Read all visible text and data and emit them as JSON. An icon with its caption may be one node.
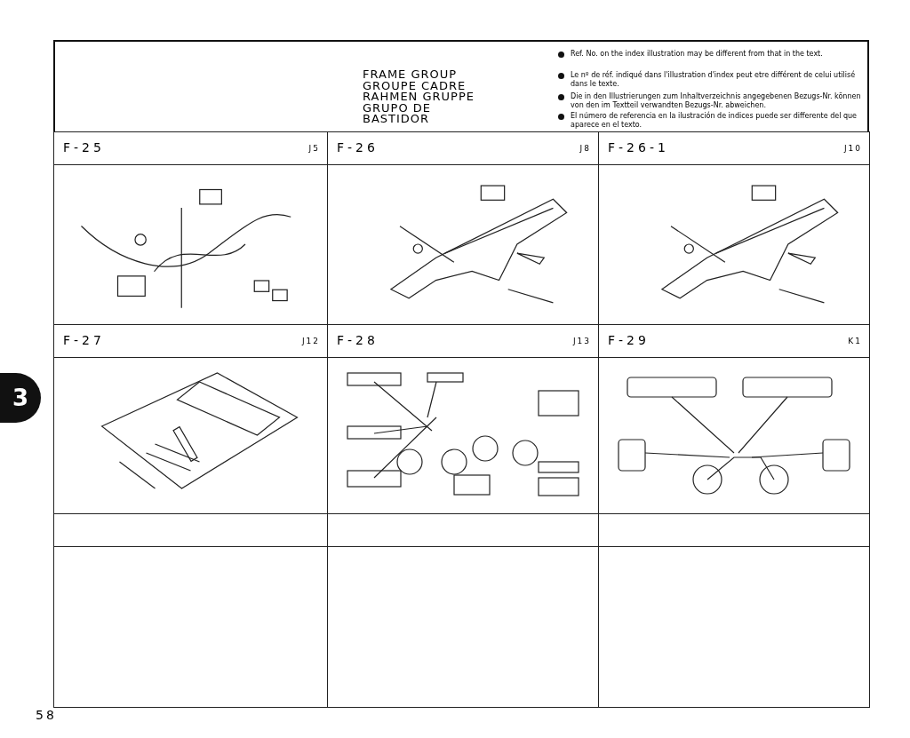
{
  "diagram": {
    "title": "FRAME GROUP GROUPE CADRE RAHMEN GRUPPE GRUPO DE BASTIDOR",
    "nodes": [
      {
        "text": [
          "F-25",
          "J5"
        ]
      },
      {
        "text": [],
        "shape": "picture",
        "in": 0
      },
      {
        "text": [
          "F-26",
          "J8"
        ]
      },
      {
        "text": [],
        "shape": "picture",
        "in": 2
      },
      {
        "text": [
          "F-26-1",
          "J10"
        ]
      },
      {
        "text": [],
        "shape": "picture",
        "in": 4
      },
      {
        "text": [
          "F-27",
          "J12"
        ]
      },
      {
        "text": [],
        "shape": "picture",
        "in": 6
      },
      {
        "text": [
          "F-28",
          "J13"
        ]
      },
      {
        "text": [],
        "shape": "picture",
        "in": 8
      },
      {
        "text": [
          "F-29",
          "K1"
        ]
      },
      {
        "text": [],
        "shape": "picture",
        "in": 10
      },
      {
        "text": [],
        "shape": "box"
      },
      {
        "text": [],
        "shape": "box"
      },
      {
        "text": [],
        "shape": "box"
      }
    ],
    "labels": [
      "Ref. No. on the index illustration may be different from that in the text.",
      "Le nº de réf. indiqué dans l'illustration d'index peut etre différent de celui utilisé dans le texte.",
      "Die in den Illustrierungen zum Inhaltverzeichnis angegebenen Bezugs-Nr. können von den im Textteil verwandten Bezugs-Nr. abweichen.",
      "El número de referencia en la ilustración de indices puede ser differente del que aparece en el texto.",
      "3",
      "58"
    ]
  }
}
